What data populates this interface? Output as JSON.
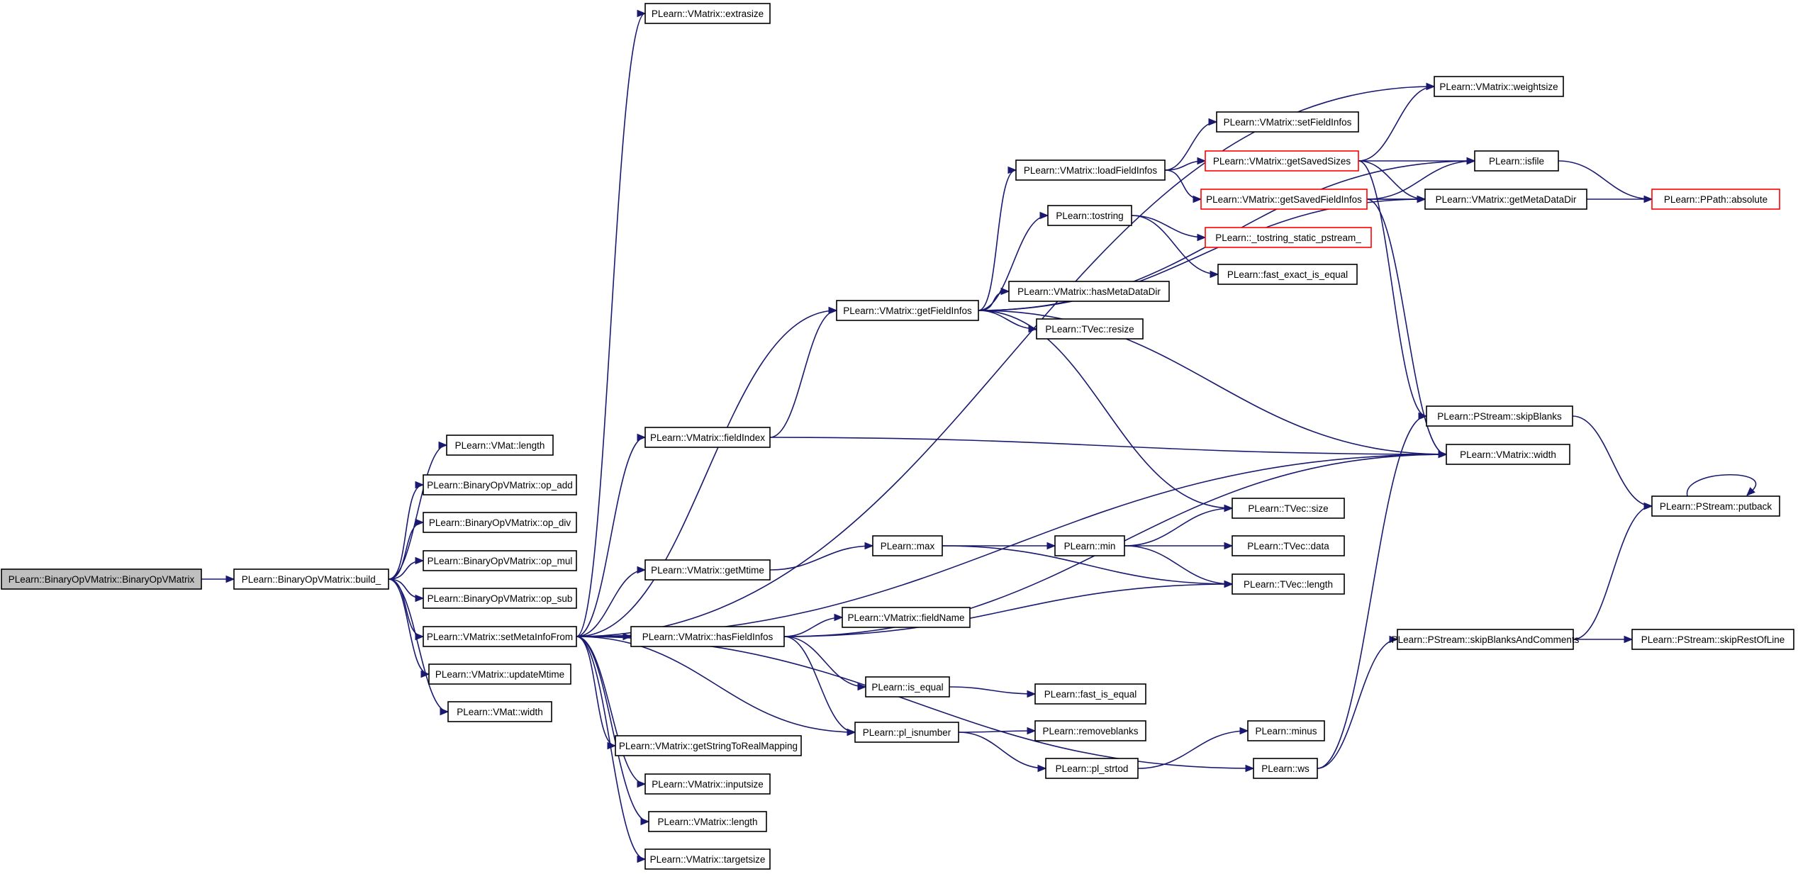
{
  "diagram": {
    "colors": {
      "edge": "#191970",
      "root_fill": "#bfbfbf",
      "truncated_border": "#ff0000",
      "node_border": "#000000"
    },
    "nodes": [
      {
        "id": "n0",
        "label": "PLearn::BinaryOpVMatrix::BinaryOpVMatrix",
        "root": true
      },
      {
        "id": "n1",
        "label": "PLearn::BinaryOpVMatrix::build_"
      },
      {
        "id": "n2",
        "label": "PLearn::VMat::length"
      },
      {
        "id": "n3",
        "label": "PLearn::BinaryOpVMatrix::op_add"
      },
      {
        "id": "n4",
        "label": "PLearn::BinaryOpVMatrix::op_div"
      },
      {
        "id": "n5",
        "label": "PLearn::BinaryOpVMatrix::op_mul"
      },
      {
        "id": "n6",
        "label": "PLearn::BinaryOpVMatrix::op_sub"
      },
      {
        "id": "n7",
        "label": "PLearn::VMatrix::setMetaInfoFrom"
      },
      {
        "id": "n8",
        "label": "PLearn::VMatrix::updateMtime"
      },
      {
        "id": "n9",
        "label": "PLearn::VMat::width"
      },
      {
        "id": "n10",
        "label": "PLearn::VMatrix::extrasize"
      },
      {
        "id": "n11",
        "label": "PLearn::VMatrix::fieldIndex"
      },
      {
        "id": "n12",
        "label": "PLearn::VMatrix::getFieldInfos"
      },
      {
        "id": "n13",
        "label": "PLearn::VMatrix::getMtime"
      },
      {
        "id": "n14",
        "label": "PLearn::VMatrix::hasFieldInfos"
      },
      {
        "id": "n15",
        "label": "PLearn::VMatrix::getStringToRealMapping"
      },
      {
        "id": "n16",
        "label": "PLearn::VMatrix::inputsize"
      },
      {
        "id": "n17",
        "label": "PLearn::VMatrix::length"
      },
      {
        "id": "n18",
        "label": "PLearn::VMatrix::targetsize"
      },
      {
        "id": "n19",
        "label": "PLearn::VMatrix::loadFieldInfos"
      },
      {
        "id": "n20",
        "label": "PLearn::tostring"
      },
      {
        "id": "n21",
        "label": "PLearn::VMatrix::hasMetaDataDir"
      },
      {
        "id": "n22",
        "label": "PLearn::TVec::resize"
      },
      {
        "id": "n23",
        "label": "PLearn::max"
      },
      {
        "id": "n24",
        "label": "PLearn::min"
      },
      {
        "id": "n25",
        "label": "PLearn::VMatrix::fieldName"
      },
      {
        "id": "n26",
        "label": "PLearn::is_equal"
      },
      {
        "id": "n27",
        "label": "PLearn::pl_isnumber"
      },
      {
        "id": "n28",
        "label": "PLearn::pl_strtod"
      },
      {
        "id": "n29",
        "label": "PLearn::ws"
      },
      {
        "id": "n30",
        "label": "PLearn::VMatrix::setFieldInfos"
      },
      {
        "id": "n31",
        "label": "PLearn::VMatrix::getSavedSizes",
        "truncated": true
      },
      {
        "id": "n32",
        "label": "PLearn::VMatrix::getSavedFieldInfos",
        "truncated": true
      },
      {
        "id": "n33",
        "label": "PLearn::_tostring_static_pstream_",
        "truncated": true
      },
      {
        "id": "n34",
        "label": "PLearn::fast_exact_is_equal"
      },
      {
        "id": "n35",
        "label": "PLearn::fast_is_equal"
      },
      {
        "id": "n36",
        "label": "PLearn::removeblanks"
      },
      {
        "id": "n37",
        "label": "PLearn::minus"
      },
      {
        "id": "n38",
        "label": "PLearn::VMatrix::weightsize"
      },
      {
        "id": "n39",
        "label": "PLearn::isfile"
      },
      {
        "id": "n40",
        "label": "PLearn::VMatrix::getMetaDataDir"
      },
      {
        "id": "n41",
        "label": "PLearn::PStream::skipBlanks"
      },
      {
        "id": "n42",
        "label": "PLearn::VMatrix::width"
      },
      {
        "id": "n43",
        "label": "PLearn::TVec::size"
      },
      {
        "id": "n44",
        "label": "PLearn::TVec::data"
      },
      {
        "id": "n45",
        "label": "PLearn::TVec::length"
      },
      {
        "id": "n46",
        "label": "PLearn::PStream::skipBlanksAndComments"
      },
      {
        "id": "n47",
        "label": "PLearn::PPath::absolute",
        "truncated": true
      },
      {
        "id": "n48",
        "label": "PLearn::PStream::putback"
      },
      {
        "id": "n49",
        "label": "PLearn::PStream::skipRestOfLine"
      }
    ],
    "edges": [
      [
        "n0",
        "n1"
      ],
      [
        "n1",
        "n2"
      ],
      [
        "n1",
        "n3"
      ],
      [
        "n1",
        "n4"
      ],
      [
        "n1",
        "n5"
      ],
      [
        "n1",
        "n6"
      ],
      [
        "n1",
        "n7"
      ],
      [
        "n1",
        "n8"
      ],
      [
        "n1",
        "n9"
      ],
      [
        "n7",
        "n10"
      ],
      [
        "n7",
        "n11"
      ],
      [
        "n7",
        "n12"
      ],
      [
        "n7",
        "n13"
      ],
      [
        "n7",
        "n14"
      ],
      [
        "n7",
        "n15"
      ],
      [
        "n7",
        "n16"
      ],
      [
        "n7",
        "n17"
      ],
      [
        "n7",
        "n18"
      ],
      [
        "n7",
        "n38"
      ],
      [
        "n7",
        "n42"
      ],
      [
        "n7",
        "n27"
      ],
      [
        "n7",
        "n29"
      ],
      [
        "n11",
        "n12"
      ],
      [
        "n11",
        "n42"
      ],
      [
        "n12",
        "n19"
      ],
      [
        "n12",
        "n20"
      ],
      [
        "n12",
        "n21"
      ],
      [
        "n12",
        "n22"
      ],
      [
        "n12",
        "n39"
      ],
      [
        "n12",
        "n40"
      ],
      [
        "n12",
        "n42"
      ],
      [
        "n12",
        "n43"
      ],
      [
        "n13",
        "n23"
      ],
      [
        "n14",
        "n25"
      ],
      [
        "n14",
        "n26"
      ],
      [
        "n14",
        "n27"
      ],
      [
        "n14",
        "n42"
      ],
      [
        "n14",
        "n45"
      ],
      [
        "n19",
        "n30"
      ],
      [
        "n19",
        "n31"
      ],
      [
        "n19",
        "n32"
      ],
      [
        "n20",
        "n33"
      ],
      [
        "n20",
        "n34"
      ],
      [
        "n23",
        "n24"
      ],
      [
        "n23",
        "n45"
      ],
      [
        "n24",
        "n43"
      ],
      [
        "n24",
        "n44"
      ],
      [
        "n24",
        "n45"
      ],
      [
        "n26",
        "n35"
      ],
      [
        "n27",
        "n36"
      ],
      [
        "n27",
        "n28"
      ],
      [
        "n28",
        "n37"
      ],
      [
        "n29",
        "n41"
      ],
      [
        "n29",
        "n46"
      ],
      [
        "n31",
        "n38"
      ],
      [
        "n31",
        "n39"
      ],
      [
        "n31",
        "n40"
      ],
      [
        "n31",
        "n41"
      ],
      [
        "n32",
        "n39"
      ],
      [
        "n32",
        "n40"
      ],
      [
        "n32",
        "n47"
      ],
      [
        "n32",
        "n42"
      ],
      [
        "n39",
        "n47"
      ],
      [
        "n41",
        "n48"
      ],
      [
        "n46",
        "n48"
      ],
      [
        "n46",
        "n49"
      ],
      [
        "n48",
        "n48"
      ]
    ]
  }
}
